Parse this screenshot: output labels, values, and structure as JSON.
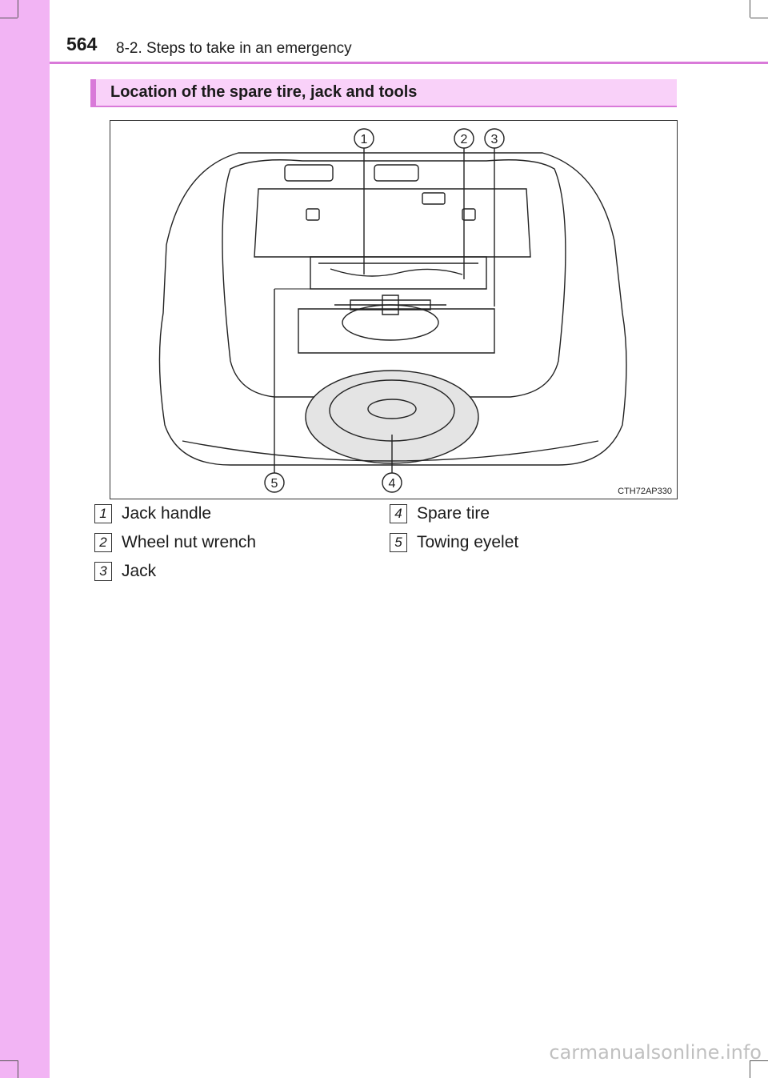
{
  "header": {
    "page_number": "564",
    "section": "8-2. Steps to take in an emergency"
  },
  "heading": "Location of the spare tire, jack and tools",
  "figure": {
    "code": "CTH72AP330",
    "callouts": [
      "1",
      "2",
      "3",
      "4",
      "5"
    ]
  },
  "legend": [
    {
      "num": "1",
      "label": "Jack handle"
    },
    {
      "num": "2",
      "label": "Wheel nut wrench"
    },
    {
      "num": "3",
      "label": "Jack"
    },
    {
      "num": "4",
      "label": "Spare tire"
    },
    {
      "num": "5",
      "label": "Towing eyelet"
    }
  ],
  "watermark": "carmanualsonline.info",
  "colors": {
    "accent": "#d97ad9",
    "side": "#f2b4f4",
    "heading_bg": "#f9d1f9"
  }
}
